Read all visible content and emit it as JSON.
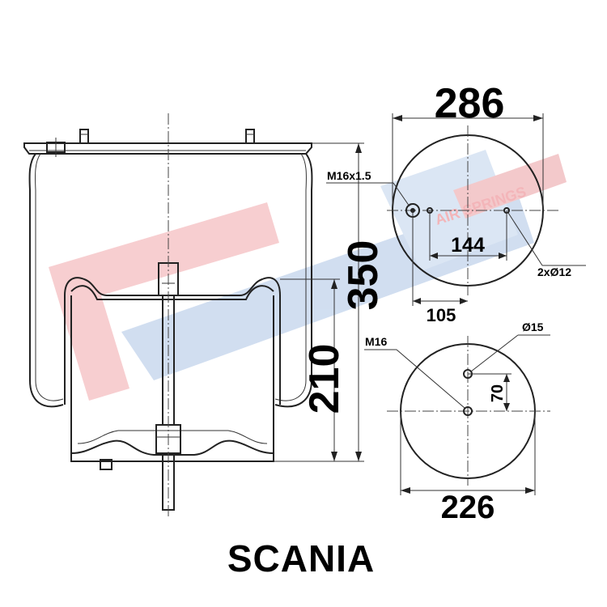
{
  "product_name": "SCANIA",
  "watermark_text": "AIR SPRINGS",
  "side_view": {
    "overall_height_label": "350",
    "piston_height_label": "210"
  },
  "top_plate": {
    "diameter_label": "286",
    "bolt_spacing_label": "144",
    "offset_label": "105",
    "center_thread_label": "M16x1.5",
    "holes_label": "2xØ12"
  },
  "bottom_plate": {
    "diameter_label": "226",
    "thread_label": "M16",
    "hole_label": "Ø15",
    "offset_label": "70"
  },
  "colors": {
    "watermark_red": "#f3b8bb",
    "watermark_blue": "#bcd0ea",
    "line": "#222222"
  }
}
